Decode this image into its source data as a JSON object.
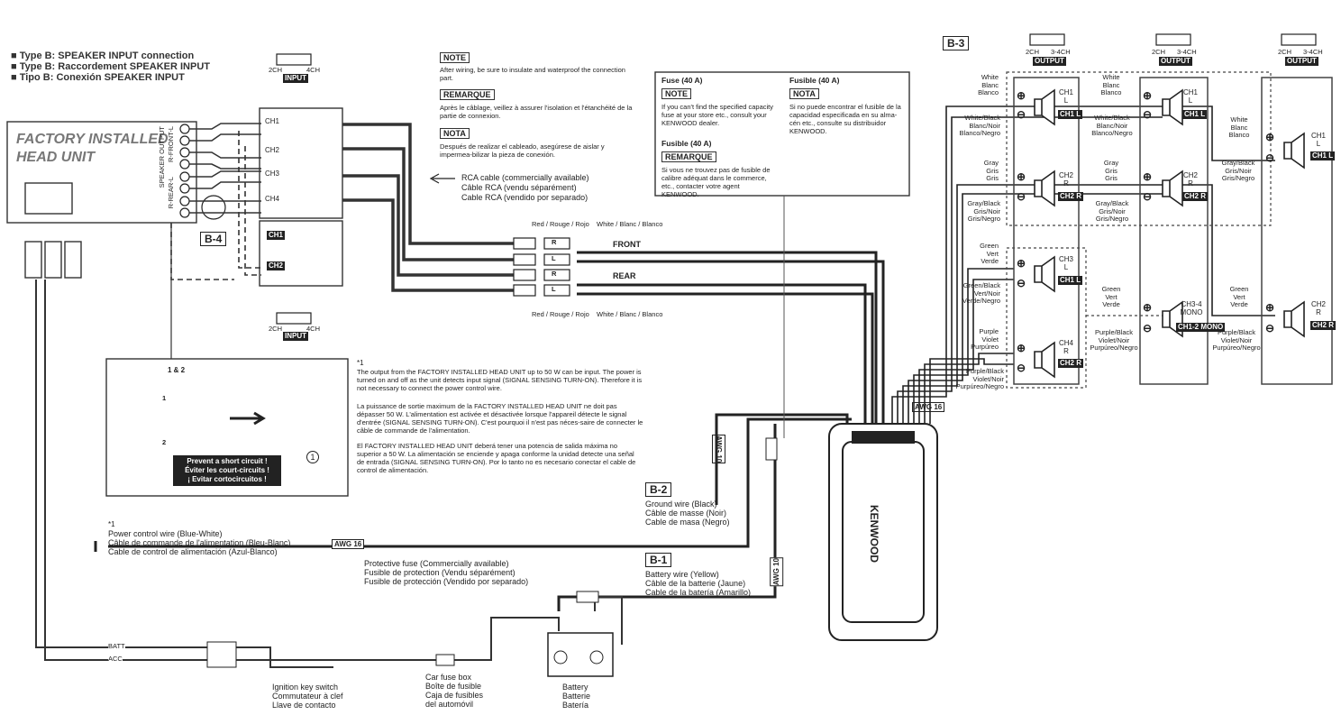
{
  "header": {
    "lines": [
      "Type B: SPEAKER INPUT connection",
      "Type B: Raccordement SPEAKER INPUT",
      "Tipo B: Conexión SPEAKER INPUT"
    ]
  },
  "head_unit": {
    "title_line1": "FACTORY INSTALLED",
    "title_line2": "HEAD UNIT",
    "speaker_output": "SPEAKER OUTPUT",
    "front_label": "R-FRONT-L",
    "rear_label": "R-REAR-L"
  },
  "input_switch": {
    "left": "2CH",
    "right": "4CH",
    "label": "INPUT"
  },
  "input_channels": [
    "CH1",
    "CH2",
    "CH3",
    "CH4"
  ],
  "input_channels_lower": [
    "CH1",
    "CH2"
  ],
  "tags": {
    "b4": "B-4",
    "b3": "B-3",
    "b2": "B-2",
    "b1": "B-1",
    "awg16": "AWG 16",
    "awg10": "AWG 10"
  },
  "notes": {
    "note_label": "NOTE",
    "note_text": "After wiring, be sure to insulate and waterproof the connection part.",
    "remarque_label": "REMARQUE",
    "remarque_text": "Après le câblage, veillez à assurer l'isolation et l'étanchéité de la partie de connexion.",
    "nota_label": "NOTA",
    "nota_text": "Después de realizar el cableado, asegúrese de aislar y impermea-bilizar la pieza de conexión."
  },
  "rca": {
    "lines": [
      "RCA cable (commercially available)",
      "Câble RCA (vendu séparément)",
      "Cable RCA (vendido por separado)"
    ],
    "red": "Red / Rouge / Rojo",
    "white": "White / Blanc / Blanco",
    "front": "FRONT",
    "rear": "REAR",
    "r": "R",
    "l": "L"
  },
  "fuse_box": {
    "fuse_title": "Fuse (40 A)",
    "note": "NOTE",
    "fuse_text": "If you can't find the specified capacity fuse at your store etc., consult your KENWOOD dealer.",
    "fusible_fr_title": "Fusible (40 A)",
    "remarque": "REMARQUE",
    "fusible_fr_text": "Si vous ne trouvez pas de fusible de calibre adéquat dans le commerce, etc., contacter votre agent KENWOOD.",
    "fusible_es_title": "Fusible (40 A)",
    "nota": "NOTA",
    "fusible_es_text": "Si no puede encontrar el fusible de la capacidad especificada en su alma-cén etc., consulte su distribuidor KENWOOD."
  },
  "output_switch": {
    "left": "2CH",
    "right": "3-4CH",
    "label": "OUTPUT"
  },
  "wire_colors": {
    "white": "White\nBlanc\nBlanco",
    "white_black": "White/Black\nBlanc/Noir\nBlanco/Negro",
    "gray": "Gray\nGris\nGris",
    "gray_black": "Gray/Black\nGris/Noir\nGris/Negro",
    "green": "Green\nVert\nVerde",
    "green_black": "Green/Black\nVert/Noir\nVerde/Negro",
    "purple": "Purple\nViolet\nPurpúreo",
    "purple_black": "Purple/Black\nViolet/Noir\nPurpúreo/Negro"
  },
  "speakers": {
    "ch1l": "CH1\nL",
    "ch2r": "CH2\nR",
    "ch3l": "CH3\nL",
    "ch4r": "CH4\nR",
    "ch34mono": "CH3-4\nMONO",
    "ch1_l_chip": "CH1\nL",
    "ch2_r_chip": "CH2\nR",
    "ch12mono_chip": "CH1-2\nMONO"
  },
  "footnote": {
    "mark": "*1",
    "en": "The output from the FACTORY INSTALLED HEAD UNIT up to 50 W can be input. The power is turned on and off as the unit detects input signal (SIGNAL SENSING TURN-ON). Therefore it is not necessary to connect the power control wire.",
    "fr": "La puissance de sortie maximum de la FACTORY INSTALLED HEAD UNIT ne doit pas dépasser 50 W. L'alimentation est activée et désactivée lorsque l'appareil détecte le signal d'entrée (SIGNAL SENSING TURN-ON). C'est pourquoi il n'est pas néces-saire de connecter le câble de commande de l'alimentation.",
    "es": "El FACTORY INSTALLED HEAD UNIT deberá tener una potencia de salida máxima no superior a 50 W. La alimentación se enciende y apaga conforme la unidad detecte una señal de entrada (SIGNAL SENSING TURN-ON). Por lo tanto no es necesario conectar el cable de control de alimentación."
  },
  "inset": {
    "steps": "1 & 2",
    "warn": [
      "Prevent a short circuit !",
      "Éviter les court-circuits !",
      "¡ Evitar cortocircuitos !"
    ],
    "one": "1",
    "two": "2",
    "circ1": "1"
  },
  "ground": {
    "lines": [
      "Ground wire (Black)",
      "Câble de masse (Noir)",
      "Cable de masa (Negro)"
    ]
  },
  "power_ctrl": {
    "mark": "*1",
    "lines": [
      "Power control wire (Blue-White)",
      "Câble de commande de l'alimentation (Bleu-Blanc)",
      "Cable de control de alimentación (Azul-Blanco)"
    ]
  },
  "prot_fuse": {
    "lines": [
      "Protective fuse (Commercially available)",
      "Fusible de protection (Vendu séparément)",
      "Fusible de protección (Vendido por separado)"
    ]
  },
  "battery_wire": {
    "lines": [
      "Battery wire (Yellow)",
      "Câble de la batterie (Jaune)",
      "Cable de la batería (Amarillo)"
    ]
  },
  "bottom": {
    "batt": "BATT",
    "acc": "ACC",
    "ignition": [
      "Ignition key switch",
      "Commutateur à clef",
      "Llave de contacto"
    ],
    "carfuse": [
      "Car fuse box",
      "Boîte de fusible",
      "Caja de fusibles",
      "del automóvil"
    ],
    "battery": [
      "Battery",
      "Batterie",
      "Batería"
    ]
  },
  "amp_brand": "KENWOOD"
}
